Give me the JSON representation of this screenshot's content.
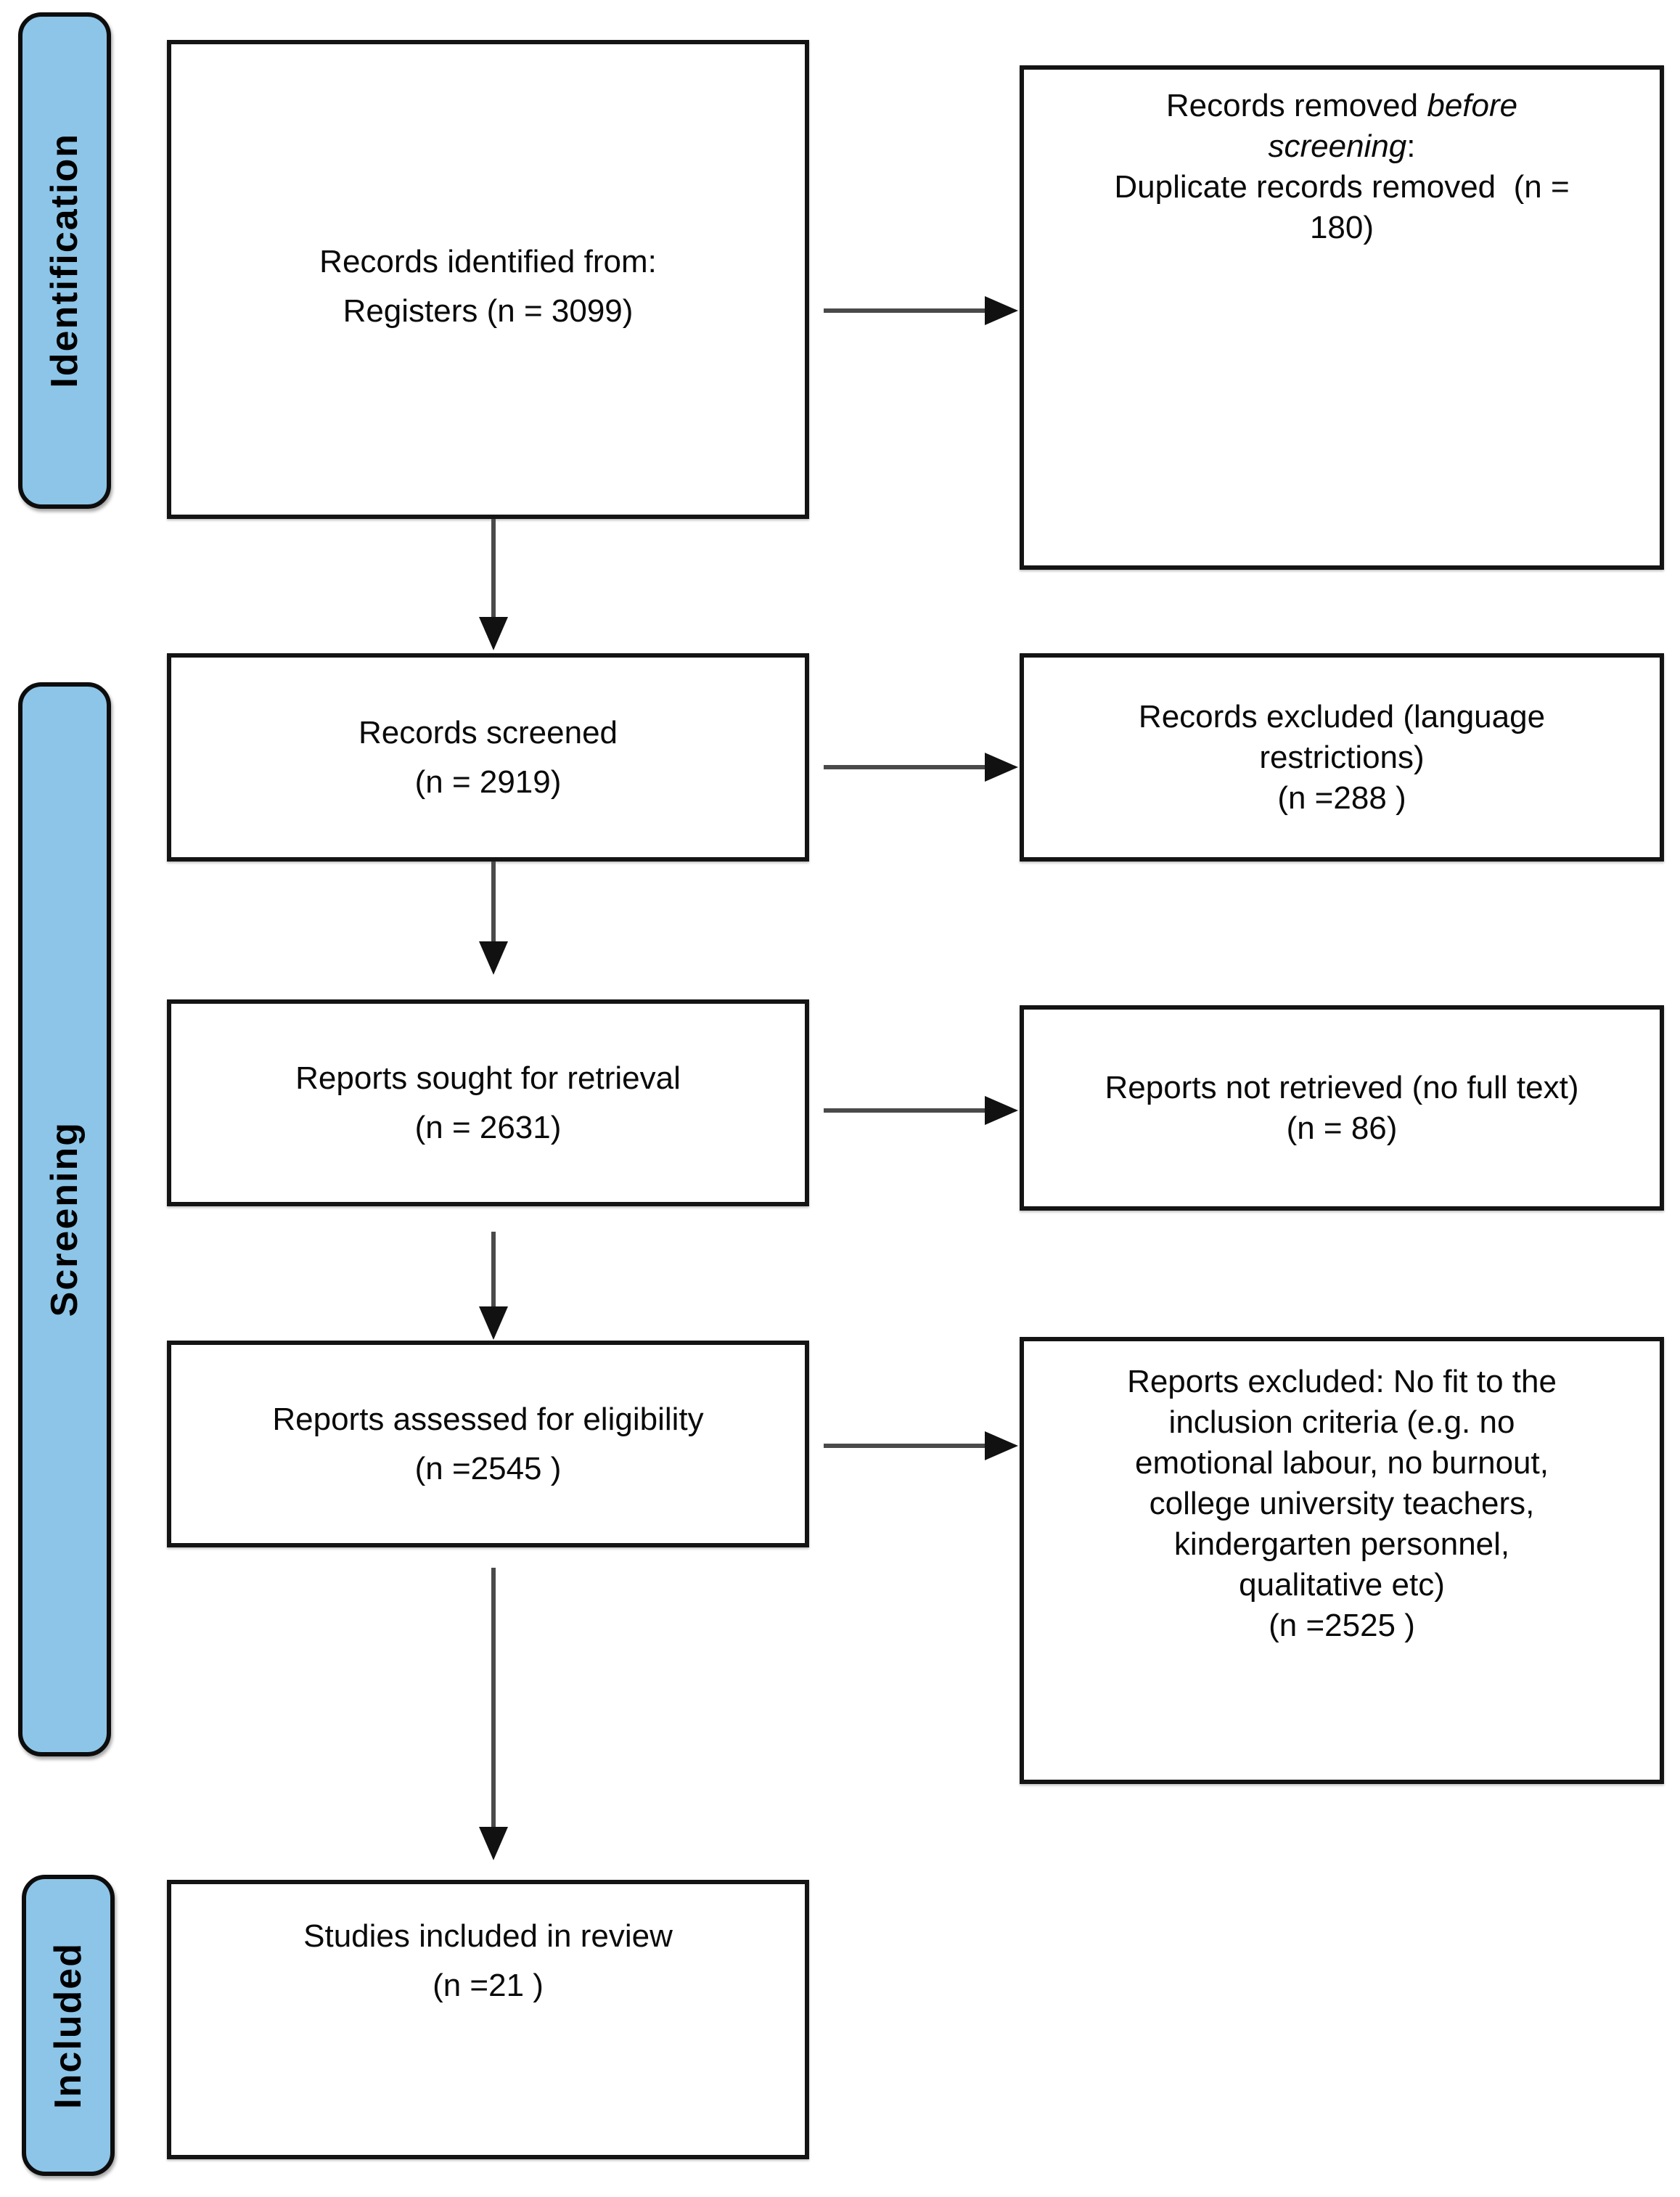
{
  "colors": {
    "background": "#FFFFFF",
    "stage_fill": "#8CC5E8",
    "stage_border": "#0D0D0D",
    "box_fill": "#FFFFFF",
    "box_border": "#141414",
    "arrow_line": "#4A4A4A",
    "arrow_head": "#111111",
    "text": "#0A0A0A"
  },
  "stages": [
    {
      "id": "identification",
      "label": "Identification"
    },
    {
      "id": "screening",
      "label": "Screening"
    },
    {
      "id": "included",
      "label": "Included"
    }
  ],
  "boxes": {
    "records_identified": {
      "lines": [
        "Records identified from:",
        "Registers (n = 3099)"
      ]
    },
    "records_removed": {
      "segments": [
        [
          {
            "text": "Records removed ",
            "italic": false
          },
          {
            "text": "before",
            "italic": true
          }
        ],
        [
          {
            "text": "screening",
            "italic": true
          },
          {
            "text": ":",
            "italic": false
          }
        ],
        [
          {
            "text": "Duplicate records removed  (n =",
            "italic": false
          }
        ],
        [
          {
            "text": "180)",
            "italic": false
          }
        ]
      ]
    },
    "records_screened": {
      "lines": [
        "Records screened",
        "(n = 2919)"
      ]
    },
    "records_excluded": {
      "lines": [
        "Records excluded (language",
        "restrictions)",
        "(n =288 )"
      ]
    },
    "reports_sought": {
      "lines": [
        "Reports sought for retrieval",
        "(n = 2631)"
      ]
    },
    "reports_not_retrieved": {
      "lines": [
        "Reports not retrieved (no full text)",
        "(n = 86)"
      ]
    },
    "reports_assessed": {
      "lines": [
        "Reports assessed for eligibility",
        "(n =2545 )"
      ]
    },
    "reports_excluded": {
      "lines": [
        "Reports excluded: No fit to the",
        "inclusion criteria (e.g. no",
        "emotional labour, no burnout,",
        "college university teachers,",
        "kindergarten personnel,",
        "qualitative etc)",
        "(n =2525 )"
      ]
    },
    "studies_included": {
      "lines": [
        "Studies included in review",
        "(n =21 )"
      ]
    }
  },
  "connections": [
    {
      "from": "records_identified",
      "to": "records_removed",
      "direction": "right"
    },
    {
      "from": "records_identified",
      "to": "records_screened",
      "direction": "down"
    },
    {
      "from": "records_screened",
      "to": "records_excluded",
      "direction": "right"
    },
    {
      "from": "records_screened",
      "to": "reports_sought",
      "direction": "down"
    },
    {
      "from": "reports_sought",
      "to": "reports_not_retrieved",
      "direction": "right"
    },
    {
      "from": "reports_sought",
      "to": "reports_assessed",
      "direction": "down"
    },
    {
      "from": "reports_assessed",
      "to": "reports_excluded",
      "direction": "right"
    },
    {
      "from": "reports_assessed",
      "to": "studies_included",
      "direction": "down"
    }
  ]
}
